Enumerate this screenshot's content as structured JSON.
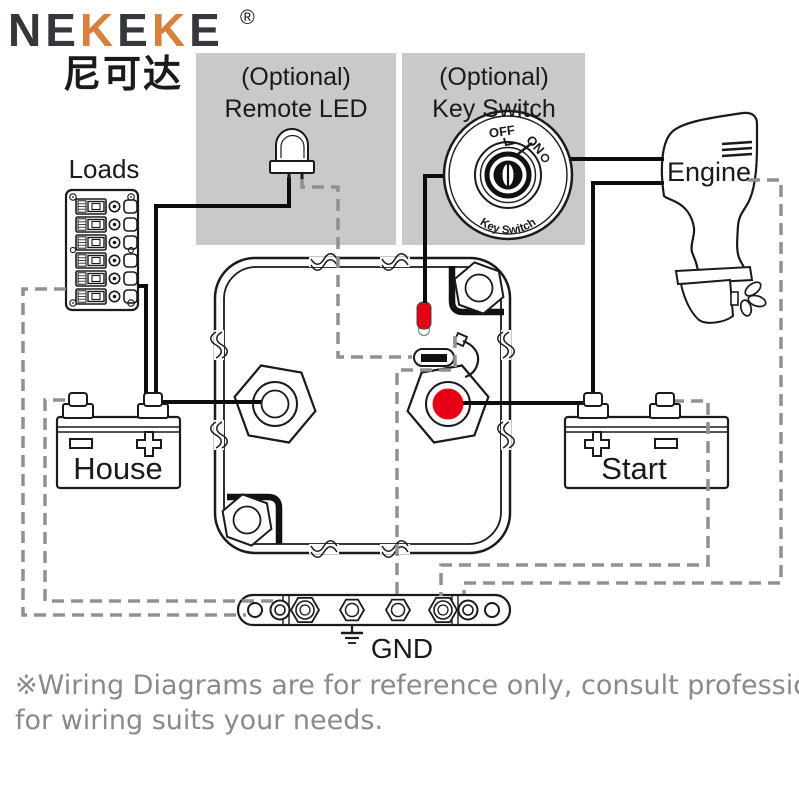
{
  "brand": {
    "seg1": "NE",
    "seg2": "K",
    "seg3": "E",
    "seg4": "K",
    "seg5": "E",
    "registered": "®",
    "chinese": "尼可达"
  },
  "optional_boxes": {
    "remote_led": {
      "line1": "(Optional)",
      "line2": "Remote LED"
    },
    "key_switch": {
      "line1": "(Optional)",
      "line2": "Key Switch"
    }
  },
  "key_switch_dial": {
    "off": "OFF",
    "on": "ON",
    "label": "Key Switch"
  },
  "labels": {
    "loads": "Loads",
    "engine": "Engine",
    "house_battery": "House",
    "start_battery": "Start",
    "ground": "GND"
  },
  "footer": {
    "line1": "※Wiring Diagrams are for reference only, consult professionals",
    "line2": "for wiring suits your needs."
  },
  "colors": {
    "brand_dark": "#34383d",
    "brand_orange": "#d9813a",
    "led_red": "#e60013",
    "optional_box_gray": "#c9c9c9",
    "dashed_wire_gray": "#909090",
    "footer_gray": "#8a8a8a"
  }
}
